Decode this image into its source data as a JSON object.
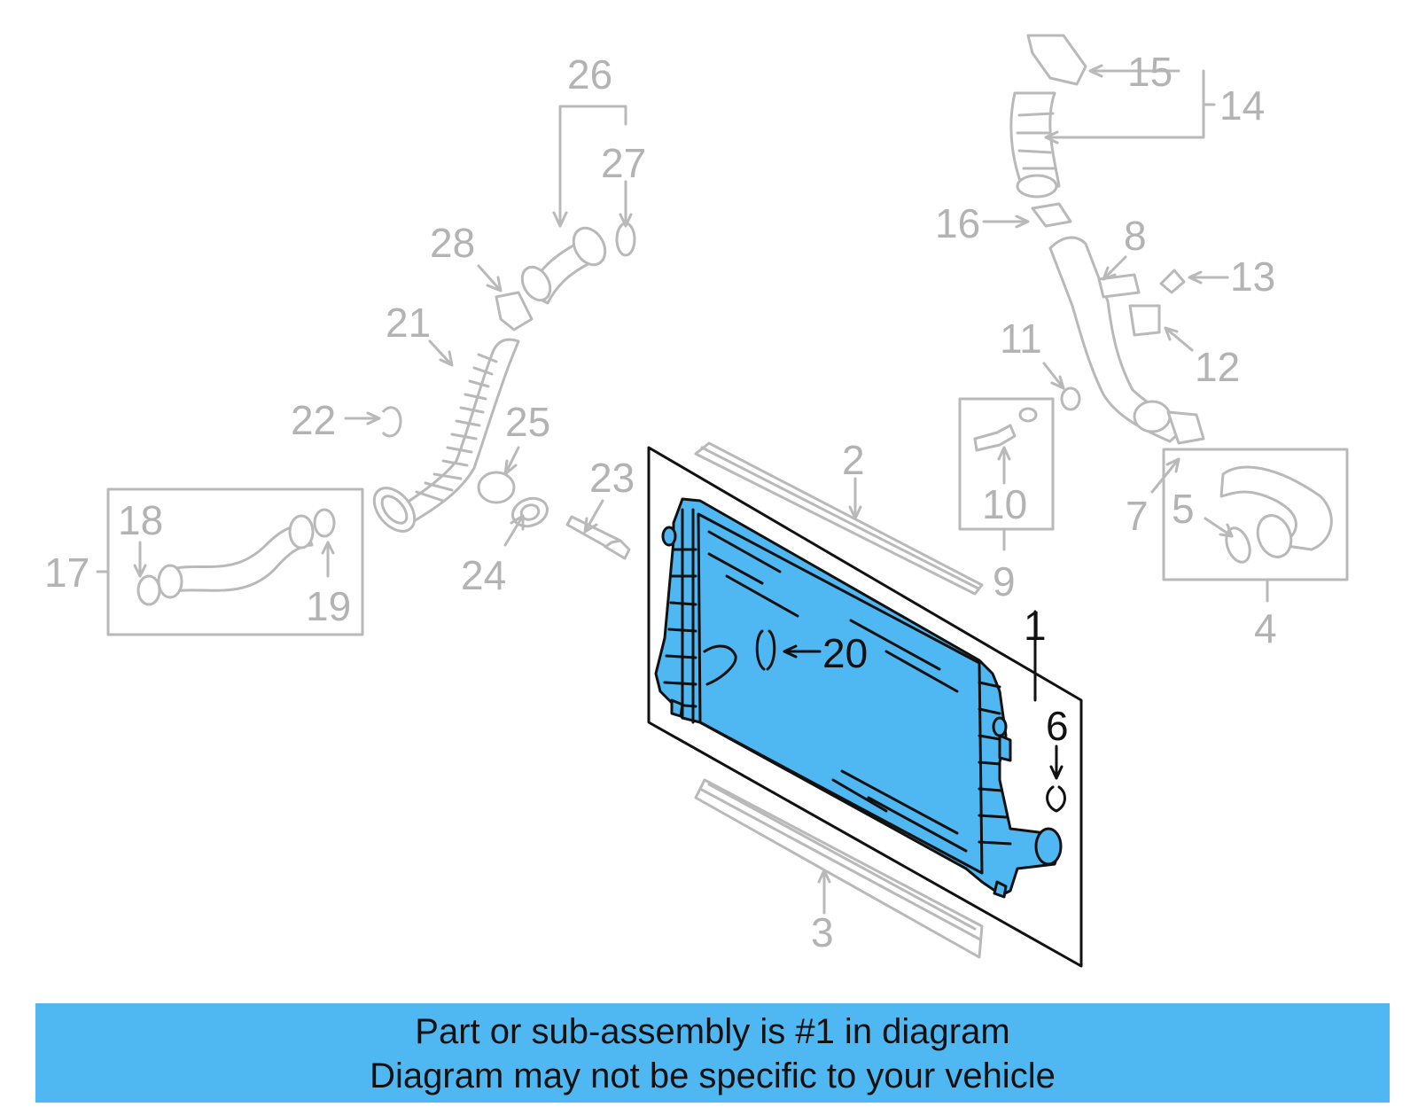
{
  "diagram": {
    "callouts": {
      "c1": "1",
      "c2": "2",
      "c3": "3",
      "c4": "4",
      "c5": "5",
      "c6": "6",
      "c7": "7",
      "c8": "8",
      "c9": "9",
      "c10": "10",
      "c11": "11",
      "c12": "12",
      "c13": "13",
      "c14": "14",
      "c15": "15",
      "c16": "16",
      "c17": "17",
      "c18": "18",
      "c19": "19",
      "c20": "20",
      "c21": "21",
      "c22": "22",
      "c23": "23",
      "c24": "24",
      "c25": "25",
      "c26": "26",
      "c27": "27",
      "c28": "28"
    },
    "highlighted_part": "1",
    "colors": {
      "highlight": "#4fb8f2",
      "inactive_lines": "#b9b9b9",
      "active_lines": "#111111"
    }
  },
  "banner": {
    "line1": "Part or sub-assembly is #1 in diagram",
    "line2": "Diagram may not be specific to your vehicle"
  }
}
